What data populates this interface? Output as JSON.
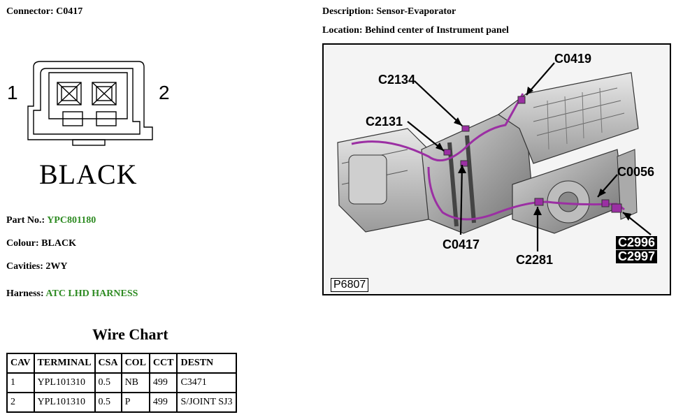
{
  "connector": {
    "label": "Connector:",
    "value": "C0417"
  },
  "description": {
    "label": "Description:",
    "value": "Sensor-Evaporator"
  },
  "location": {
    "label": "Location:",
    "value": "Behind center of Instrument panel"
  },
  "connector_face": {
    "color_text": "BLACK",
    "pin_left": "1",
    "pin_right": "2"
  },
  "part_no": {
    "label": "Part No.:",
    "value": "YPC801180"
  },
  "colour": {
    "label": "Colour:",
    "value": "BLACK"
  },
  "cavities": {
    "label": "Cavities:",
    "value": "2WY"
  },
  "harness": {
    "label": "Harness:",
    "value": "ATC LHD HARNESS"
  },
  "link_color": "#2e8b22",
  "wire_chart": {
    "title": "Wire Chart",
    "headers": [
      "CAV",
      "TERMINAL",
      "CSA",
      "COL",
      "CCT",
      "DESTN"
    ],
    "rows": [
      [
        "1",
        "YPL101310",
        "0.5",
        "NB",
        "499",
        "C3471"
      ],
      [
        "2",
        "YPL101310",
        "0.5",
        "P",
        "499",
        "S/JOINT SJ3"
      ]
    ]
  },
  "photo": {
    "code": "P6807",
    "callouts": {
      "c0419": "C0419",
      "c2134": "C2134",
      "c2131": "C2131",
      "c0056": "C0056",
      "c0417": "C0417",
      "c2281": "C2281",
      "c2996": "C2996",
      "c2997": "C2997"
    },
    "harness_color": "#9b2fa3"
  }
}
